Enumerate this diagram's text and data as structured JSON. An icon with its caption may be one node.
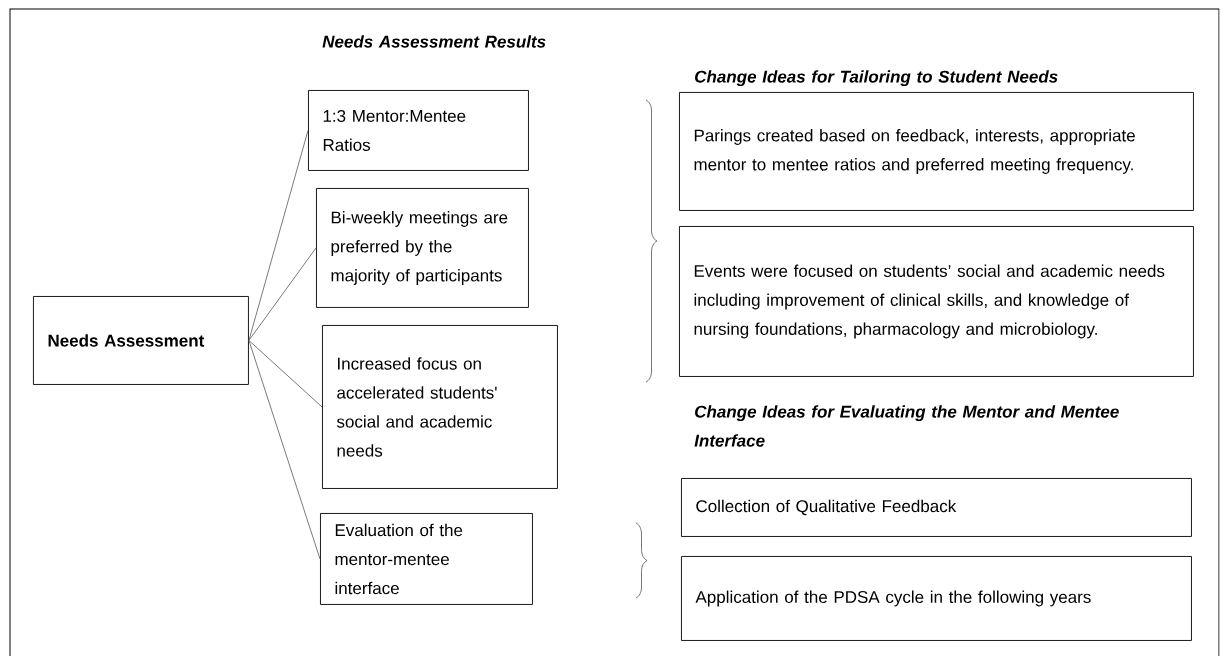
{
  "diagram": {
    "nodes": [
      {
        "text": [
          "**Needs Assessment**"
        ]
      },
      {
        "text": [
          "1:3 Mentor:Mentee Ratios"
        ]
      },
      {
        "text": [
          "Bi-weekly meetings are preferred by the majority of participants"
        ]
      },
      {
        "text": [
          "Increased focus on accelerated students' social and academic needs"
        ]
      },
      {
        "text": [
          "Evaluation of the mentor-mentee interface"
        ]
      },
      {
        "text": [
          "Parings created based on feedback, interests, appropriate mentor to mentee ratios and preferred meeting frequency."
        ]
      },
      {
        "text": [
          "Events were focused on students’ social and academic needs including improvement of clinical skills, and knowledge of nursing foundations, pharmacology and microbiology."
        ]
      },
      {
        "text": [
          "Collection of Qualitative Feedback"
        ]
      },
      {
        "text": [
          "Application of the PDSA cycle in the following years"
        ]
      }
    ],
    "edges": [
      {
        "from": 0,
        "to": 1,
        "arrow": "none"
      },
      {
        "from": 0,
        "to": 2,
        "arrow": "none"
      },
      {
        "from": 0,
        "to": 3,
        "arrow": "none"
      },
      {
        "from": 0,
        "to": 4,
        "arrow": "none"
      }
    ],
    "labels": [
      "Needs Assessment Results",
      "Change Ideas for Tailoring to Student Needs",
      "Change Ideas for Evaluating the Mentor and Mentee Interface"
    ]
  }
}
